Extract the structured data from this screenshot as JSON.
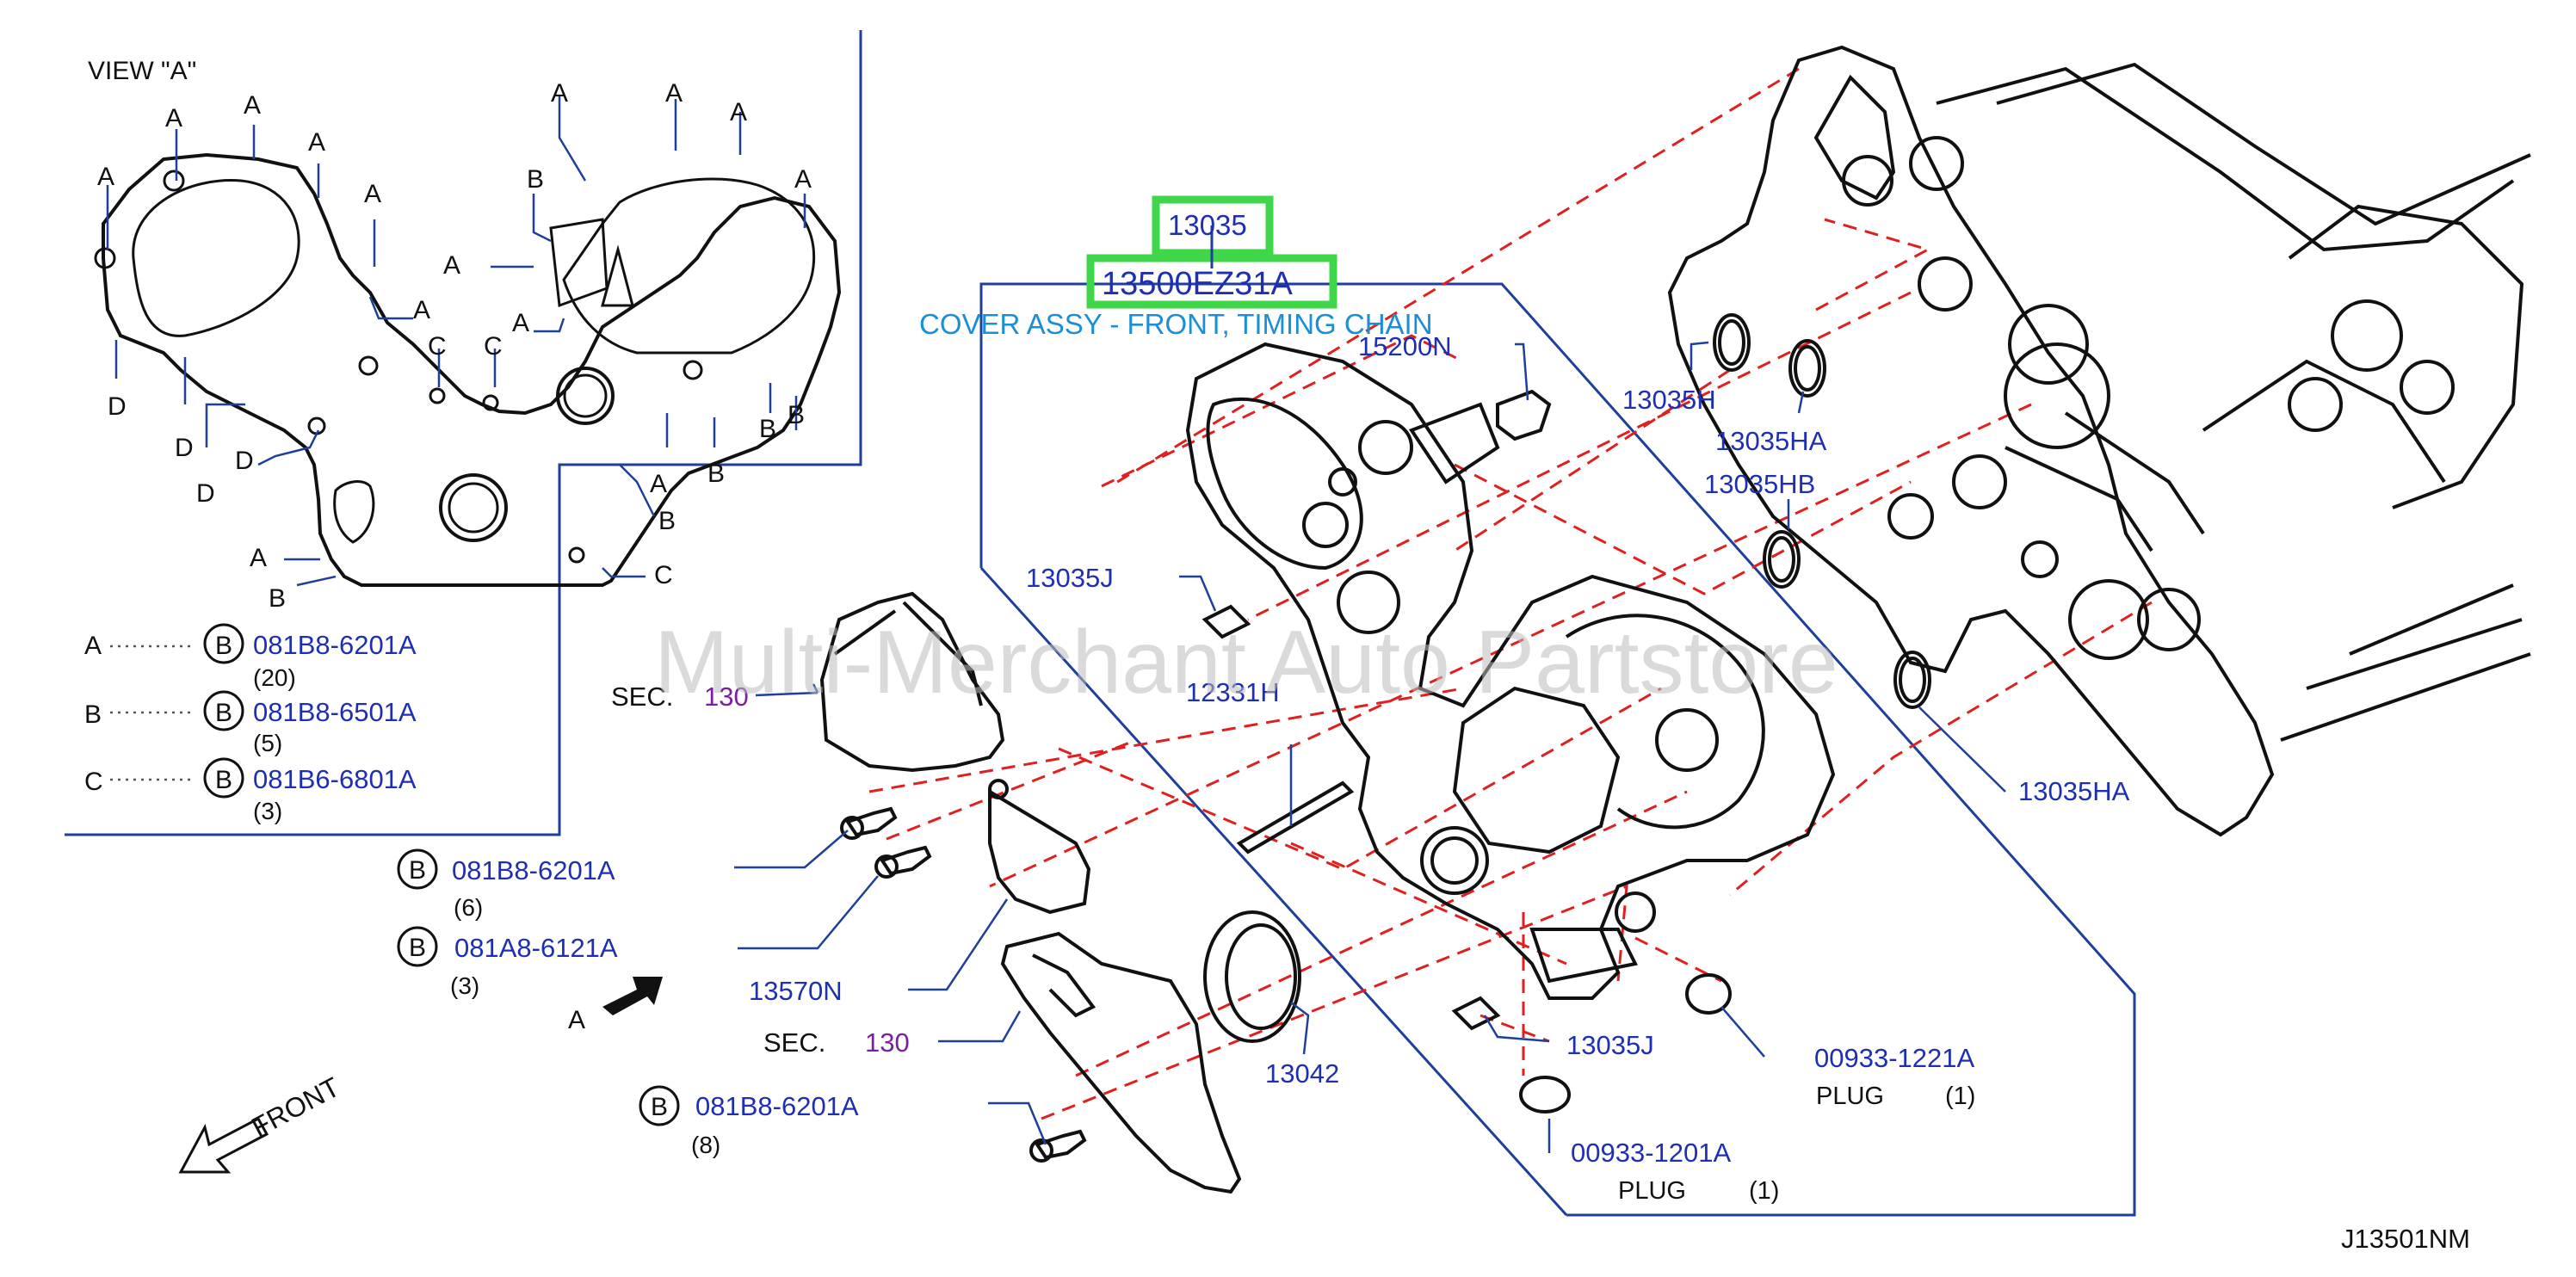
{
  "diagram": {
    "view_label": "VIEW   \"A\"",
    "letters": [
      "A",
      "B",
      "C",
      "D"
    ],
    "legend": [
      {
        "letter": "A",
        "part": "081B8-6201A",
        "qty": "(20)"
      },
      {
        "letter": "B",
        "part": "081B8-6501A",
        "qty": "(5)"
      },
      {
        "letter": "C",
        "part": "081B6-6801A",
        "qty": "(3)"
      }
    ],
    "bolt_symbol": "B",
    "highlight_parts": [
      "13035",
      "13500EZ31A"
    ],
    "cover_desc": "COVER ASSY - FRONT, TIMING CHAIN",
    "parts": {
      "p15200N": "15200N",
      "p13035H": "13035H",
      "p13035HA_top": "13035HA",
      "p13035HB": "13035HB",
      "p13035J_top": "13035J",
      "p12331H": "12331H",
      "p13035HA_right": "13035HA",
      "p13570N": "13570N",
      "p13042": "13042",
      "p13035J_bottom": "13035J",
      "p00933_1221A": "00933-1221A",
      "p00933_1201A": "00933-1201A"
    },
    "plug_label": "PLUG",
    "plug_qty": "(1)",
    "sec_label": "SEC.",
    "sec_number": "130",
    "bolts": [
      {
        "part": "081B8-6201A",
        "qty": "(6)"
      },
      {
        "part": "081A8-6121A",
        "qty": "(3)"
      },
      {
        "part": "081B8-6201A",
        "qty": "(8)"
      }
    ],
    "arrow_label": "A",
    "front_label": "FRONT",
    "watermark": "Multi-Merchant Auto Partstore",
    "figure_id": "J13501NM",
    "colors": {
      "part_number": "#1f2fb4",
      "section": "#7a1fa2",
      "highlight": "#3fd64a",
      "leader": "#1f3f9a",
      "dashed": "#e02020",
      "description": "#1b8fd6"
    }
  }
}
